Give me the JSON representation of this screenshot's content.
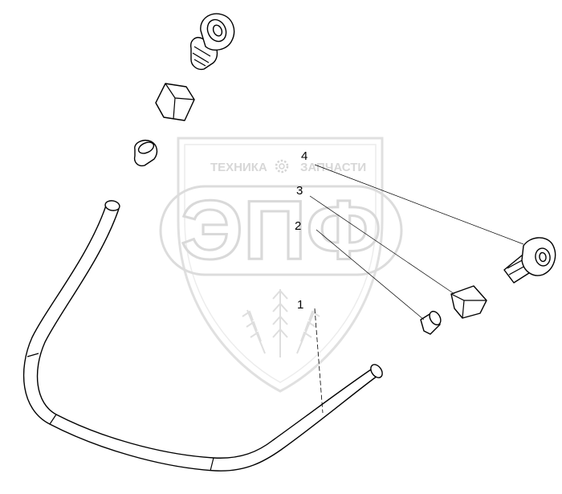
{
  "watermark": {
    "left_text": "ТЕХНИКА",
    "right_text": "ЗАПЧАСТИ",
    "logo_text": "ЭПФ",
    "gear_icon": "gear-icon"
  },
  "callouts": [
    {
      "label": "1"
    },
    {
      "label": "2"
    },
    {
      "label": "3"
    },
    {
      "label": "4"
    }
  ]
}
